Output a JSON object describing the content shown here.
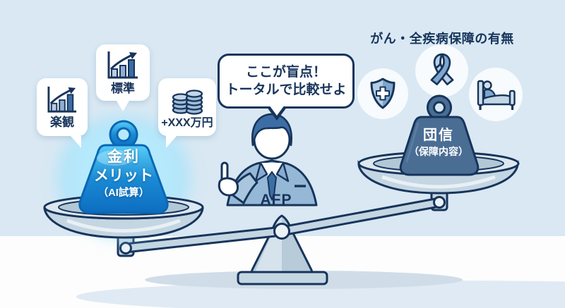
{
  "left_bubbles": [
    {
      "label": "楽観",
      "icon": "bar-chart-up-icon"
    },
    {
      "label": "標準",
      "icon": "bar-chart-up-icon"
    },
    {
      "label": "+XXX万円",
      "icon": "coin-stacks-icon"
    }
  ],
  "left_weight": {
    "line1": "金利",
    "line2": "メリット",
    "line3": "（AI試算）"
  },
  "advisor": {
    "speech": [
      "ここが盲点！",
      "トータルで比較せよ"
    ],
    "label": "AFP"
  },
  "right_panel": {
    "title": "がん・全疾病保障の有無",
    "icons": [
      "shield-cross-icon",
      "awareness-ribbon-icon",
      "hospital-bed-icon"
    ]
  },
  "right_weight": {
    "line1": "団信",
    "line2": "（保障内容）"
  },
  "colors": {
    "background_sky": "#d9e8f3",
    "background_floor": "#fdfdfd",
    "outline_navy": "#17345a",
    "metal_fill": "#c4d6e2",
    "metal_light": "#e9f1f7",
    "interest_weight_top": "#58cdf7",
    "interest_weight_bottom": "#0d6dc0",
    "interest_glow": "#8fe2ff",
    "danshin_weight": "#4a6d94",
    "suit_blue": "#96b8d7",
    "icon_blue": "#7fa6cc",
    "icon_light_blue": "#b9d0e6"
  }
}
